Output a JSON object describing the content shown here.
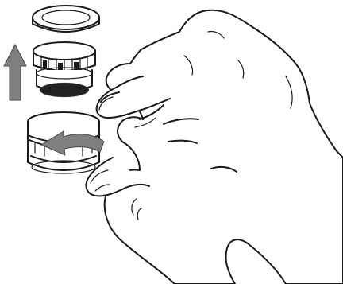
{
  "illustration": {
    "colors": {
      "outline": "#1a1a1a",
      "arrow": "#7f7f7f",
      "screen": "#222222",
      "background": "#ffffff"
    },
    "parts": [
      "rubber-washer",
      "aerator-insert",
      "aerator-housing",
      "hand"
    ],
    "arrows": [
      {
        "kind": "straight",
        "direction": "up"
      },
      {
        "kind": "curved",
        "direction": "counterclockwise"
      }
    ]
  }
}
